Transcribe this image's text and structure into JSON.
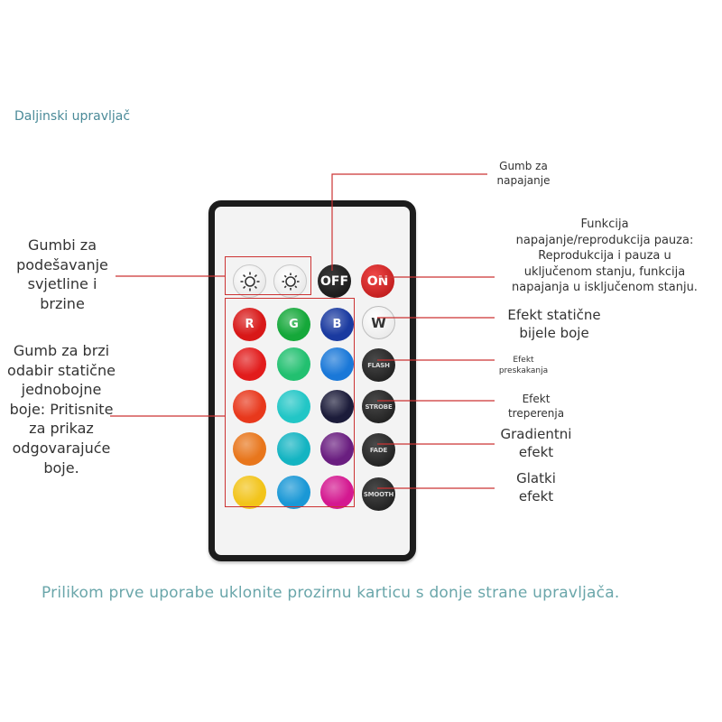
{
  "title": "Daljinski upravljač",
  "footer": "Prilikom prve uporabe uklonite prozirnu karticu s donje strane upravljača.",
  "callouts": {
    "power": "Gumb za\nnapajanje",
    "play_pause": "Funkcija\nnapajanje/reprodukcija pauza:\nReprodukcija i pauza u\nuključenom stanju, funkcija\nnapajanja u isključenom stanju.",
    "brightness": "Gumbi za\npodešavanje\nsvjetline i\nbrzine",
    "quick_color": "Gumb za brzi\nodabir statične\njednobojne\nboje: Pritisnite\nza prikaz\nodgovarajuće\nboje.",
    "white": "Efekt statične\nbijele boje",
    "flash": "Efekt\npreskakanja",
    "strobe": "Efekt\ntreperenja",
    "fade": "Gradientni\nefekt",
    "smooth": "Glatki\nefekt"
  },
  "remote": {
    "off_label": "OFF",
    "on_label": "ON",
    "w_label": "W",
    "flash_label": "FLASH",
    "strobe_label": "STROBE",
    "fade_label": "FADE",
    "smooth_label": "SMOOTH",
    "r_label": "R",
    "g_label": "G",
    "b_label": "B",
    "brightness_up_icon": "sun-bright-icon",
    "brightness_down_icon": "sun-dim-icon"
  },
  "colors": {
    "title_text": "#4a8a98",
    "footer_text": "#6aa6aa",
    "callout_line": "#cc3333",
    "grid": [
      [
        "#d81818",
        "#15a83a",
        "#1a3aa0"
      ],
      [
        "#e21c1c",
        "#22c070",
        "#1a78d8"
      ],
      [
        "#e8381c",
        "#22c6c6",
        "#1c1c3a"
      ],
      [
        "#e8761c",
        "#14b4c2",
        "#6a1e80"
      ],
      [
        "#f2c41a",
        "#1a98d6",
        "#d41890"
      ]
    ]
  }
}
